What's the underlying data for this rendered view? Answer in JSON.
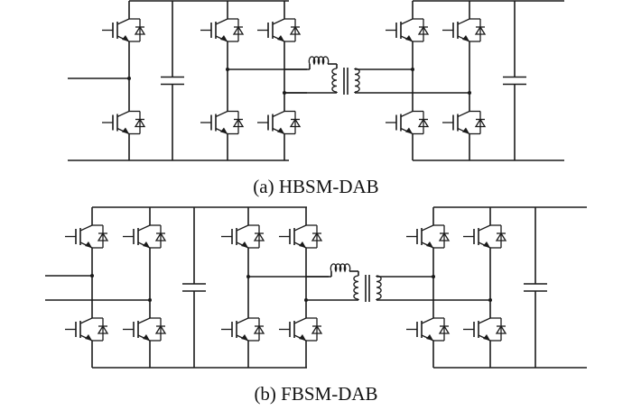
{
  "figure": {
    "panels": [
      {
        "id": "a",
        "caption": "(a) HBSM-DAB",
        "primary_submodule": "half-bridge",
        "primary_legs": 1,
        "bridge_legs": 2,
        "secondary_legs": 2,
        "components": [
          "IGBT with anti-parallel diode",
          "DC capacitor",
          "series inductor",
          "transformer"
        ]
      },
      {
        "id": "b",
        "caption": "(b) FBSM-DAB",
        "primary_submodule": "full-bridge",
        "primary_legs": 2,
        "bridge_legs": 2,
        "secondary_legs": 2,
        "components": [
          "IGBT with anti-parallel diode",
          "DC capacitor",
          "series inductor",
          "transformer"
        ]
      }
    ],
    "colors": {
      "line": "#1a1a1a",
      "background": "#ffffff"
    }
  }
}
